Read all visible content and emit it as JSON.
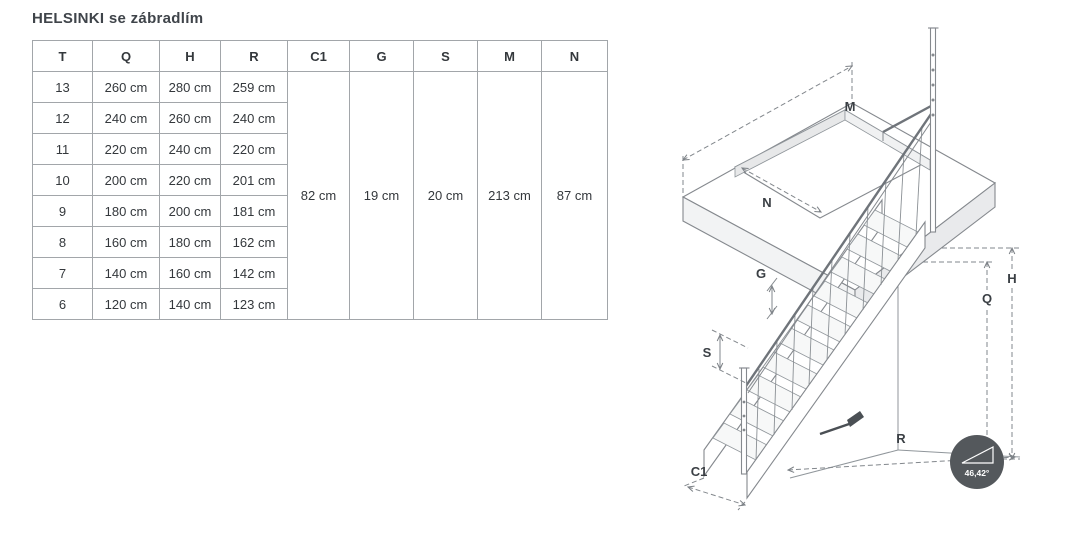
{
  "title": "HELSINKI se zábradlím",
  "table": {
    "headers": [
      "T",
      "Q",
      "H",
      "R",
      "C1",
      "G",
      "S",
      "M",
      "N"
    ],
    "rows": [
      [
        "13",
        "260 cm",
        "280 cm",
        "259 cm"
      ],
      [
        "12",
        "240 cm",
        "260 cm",
        "240 cm"
      ],
      [
        "11",
        "220 cm",
        "240 cm",
        "220 cm"
      ],
      [
        "10",
        "200 cm",
        "220 cm",
        "201 cm"
      ],
      [
        "9",
        "180 cm",
        "200 cm",
        "181 cm"
      ],
      [
        "8",
        "160 cm",
        "180 cm",
        "162 cm"
      ],
      [
        "7",
        "140 cm",
        "160 cm",
        "142 cm"
      ],
      [
        "6",
        "120 cm",
        "140 cm",
        "123 cm"
      ]
    ],
    "shared": {
      "c1": "82 cm",
      "g": "19 cm",
      "s": "20 cm",
      "m": "213 cm",
      "n": "87 cm"
    }
  },
  "diagram": {
    "labels": {
      "m": "M",
      "n": "N",
      "g": "G",
      "s": "S",
      "q": "Q",
      "h": "H",
      "r": "R",
      "c1": "C1"
    },
    "angle": "46,42°"
  }
}
